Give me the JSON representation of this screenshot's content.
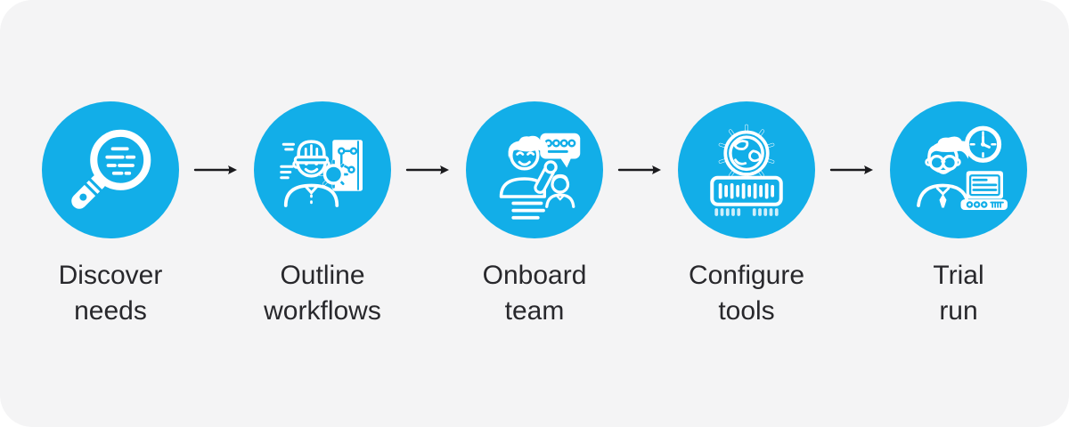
{
  "colors": {
    "page-bg": "#ffffff",
    "canvas-bg": "#f4f4f5",
    "circle-fill": "#12aee8",
    "icon-stroke": "#ffffff",
    "arrow-stroke": "#1b1b1e",
    "label-text": "#28282c"
  },
  "steps": [
    {
      "label": "Discover\nneeds",
      "icon": "magnifier-discovery-icon"
    },
    {
      "label": "Outline\nworkflows",
      "icon": "engineer-blueprint-gear-icon"
    },
    {
      "label": "Onboard\nteam",
      "icon": "people-greeting-chat-icon"
    },
    {
      "label": "Configure\ntools",
      "icon": "gear-globe-panel-icon"
    },
    {
      "label": "Trial\nrun",
      "icon": "person-laptop-clock-icon"
    }
  ],
  "connector": {
    "type": "arrow-right",
    "count": 4
  }
}
